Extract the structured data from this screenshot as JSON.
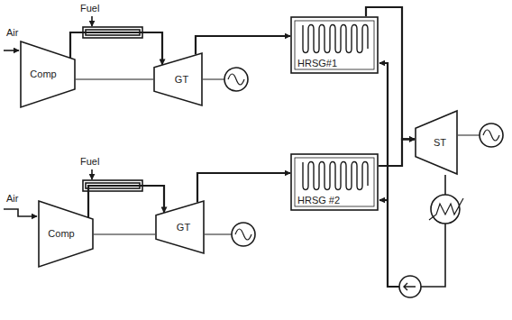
{
  "diagram": {
    "nodes": [
      {
        "text": [
          "Comp"
        ]
      },
      {
        "text": [
          "GT"
        ]
      },
      {
        "text": [
          "HRSG#1"
        ]
      },
      {
        "text": [
          "ST"
        ]
      },
      {
        "text": [
          "Comp"
        ]
      },
      {
        "text": [
          "GT"
        ]
      },
      {
        "text": [
          "HRSG #2"
        ]
      }
    ],
    "edges": [
      {
        "from": 0,
        "to": 1,
        "arrow": "to"
      },
      {
        "from": 1,
        "to": 2,
        "arrow": "to"
      },
      {
        "from": 2,
        "to": 3,
        "arrow": "to"
      },
      {
        "from": 4,
        "to": 5,
        "arrow": "to"
      },
      {
        "from": 5,
        "to": 6,
        "arrow": "to"
      },
      {
        "from": 6,
        "to": 3,
        "arrow": "to"
      }
    ],
    "labels": [
      "Air",
      "Fuel",
      "Air",
      "Fuel"
    ]
  }
}
